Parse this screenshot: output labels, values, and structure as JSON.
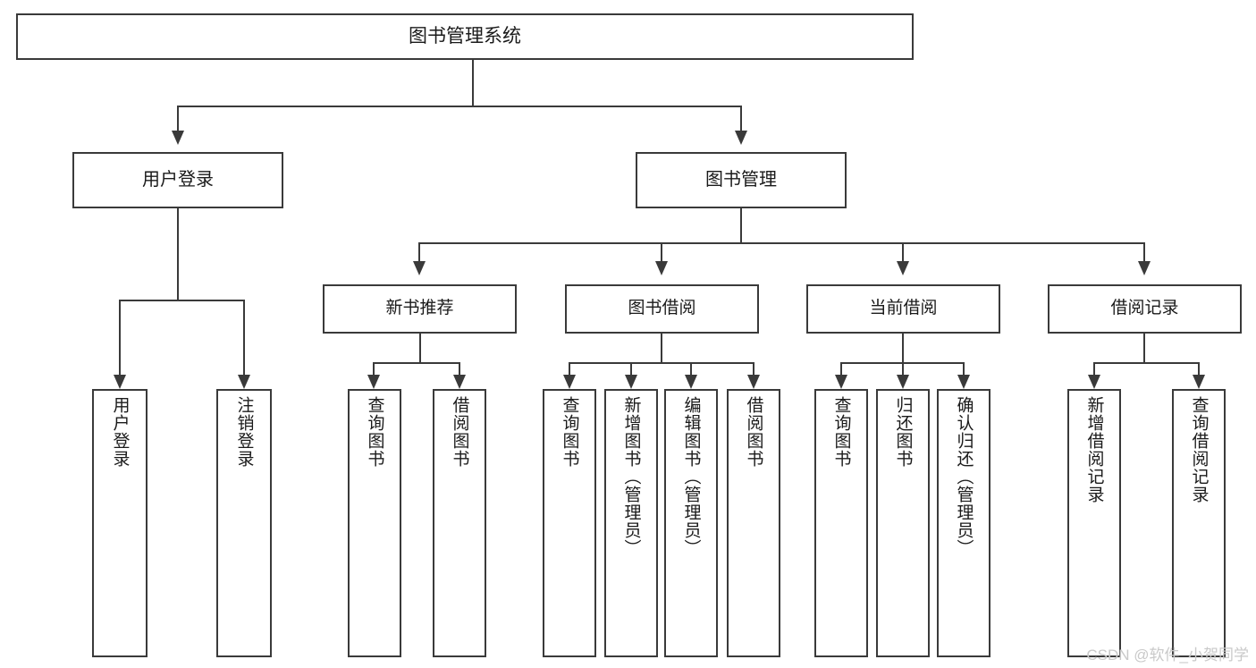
{
  "diagram": {
    "title": "图书管理系统",
    "type": "tree",
    "watermark": "CSDN @软件_小贺同学",
    "colors": {
      "stroke": "#3a3a3a",
      "fill": "#ffffff",
      "text": "#1a1a1a",
      "watermark": "#c9c9c9"
    },
    "nodes": {
      "root": {
        "label": "图书管理系统"
      },
      "level2": [
        {
          "label": "用户登录"
        },
        {
          "label": "图书管理"
        }
      ],
      "level3": [
        {
          "label": "新书推荐"
        },
        {
          "label": "图书借阅"
        },
        {
          "label": "当前借阅"
        },
        {
          "label": "借阅记录"
        }
      ],
      "leaves": {
        "user_login": [
          {
            "label": "用户登录"
          },
          {
            "label": "注销登录"
          }
        ],
        "new_book_recommend": [
          {
            "label": "查询图书"
          },
          {
            "label": "借阅图书"
          }
        ],
        "book_borrow": [
          {
            "label": "查询图书"
          },
          {
            "label": "新增图书（管理员）"
          },
          {
            "label": "编辑图书（管理员）"
          },
          {
            "label": "借阅图书"
          }
        ],
        "current_borrow": [
          {
            "label": "查询图书"
          },
          {
            "label": "归还图书"
          },
          {
            "label": "确认归还（管理员）"
          }
        ],
        "borrow_record": [
          {
            "label": "新增借阅记录"
          },
          {
            "label": "查询借阅记录"
          }
        ]
      }
    }
  }
}
